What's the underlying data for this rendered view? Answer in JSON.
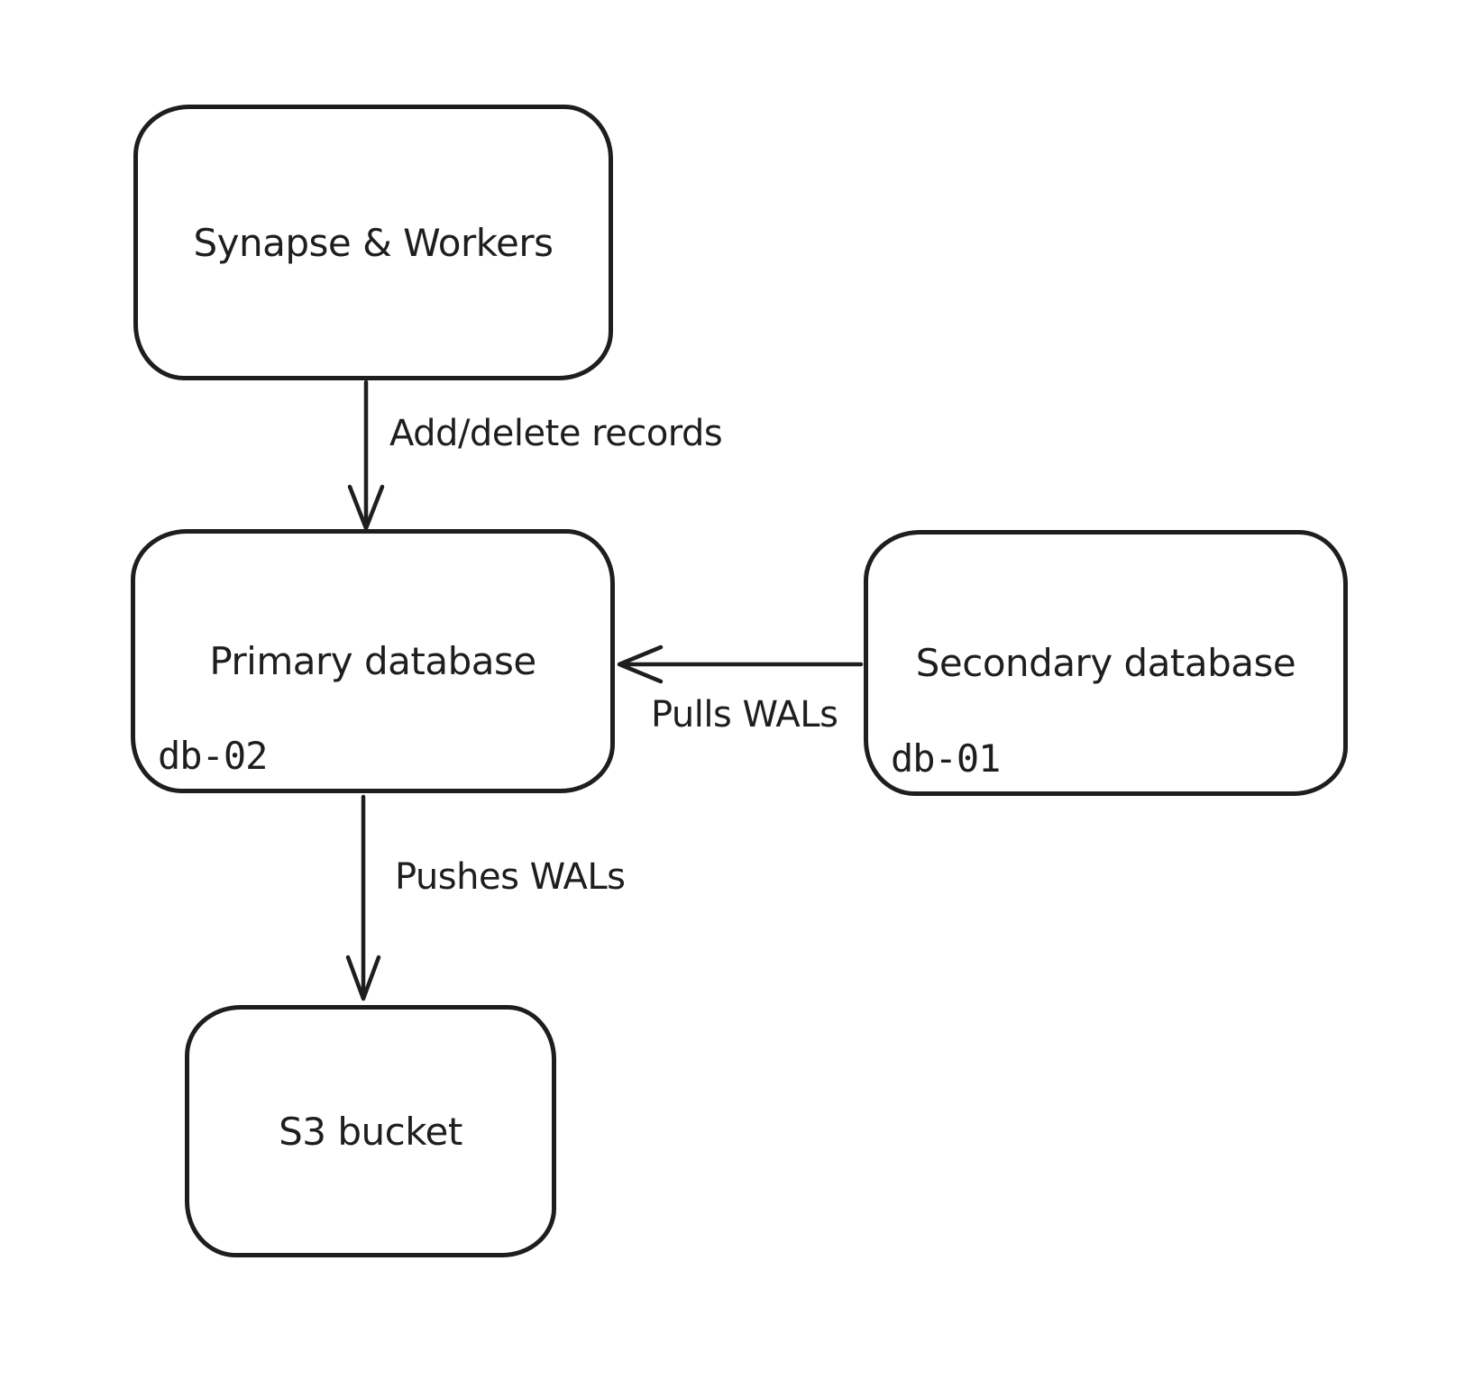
{
  "diagram": {
    "background": "#ffffff",
    "stroke_color": "#1e1e1e",
    "nodes": [
      {
        "label": "Synapse & Workers"
      },
      {
        "label": "Primary database",
        "sublabel": "db-02"
      },
      {
        "label": "Secondary database",
        "sublabel": "db-01"
      },
      {
        "label": "S3 bucket"
      }
    ],
    "edges": [
      {
        "label": "Add/delete records",
        "from": "Synapse & Workers",
        "to": "Primary database",
        "direction": "down"
      },
      {
        "label": "Pulls WALs",
        "from": "Secondary database",
        "to": "Primary database",
        "direction": "left"
      },
      {
        "label": "Pushes WALs",
        "from": "Primary database",
        "to": "S3 bucket",
        "direction": "down"
      }
    ]
  }
}
